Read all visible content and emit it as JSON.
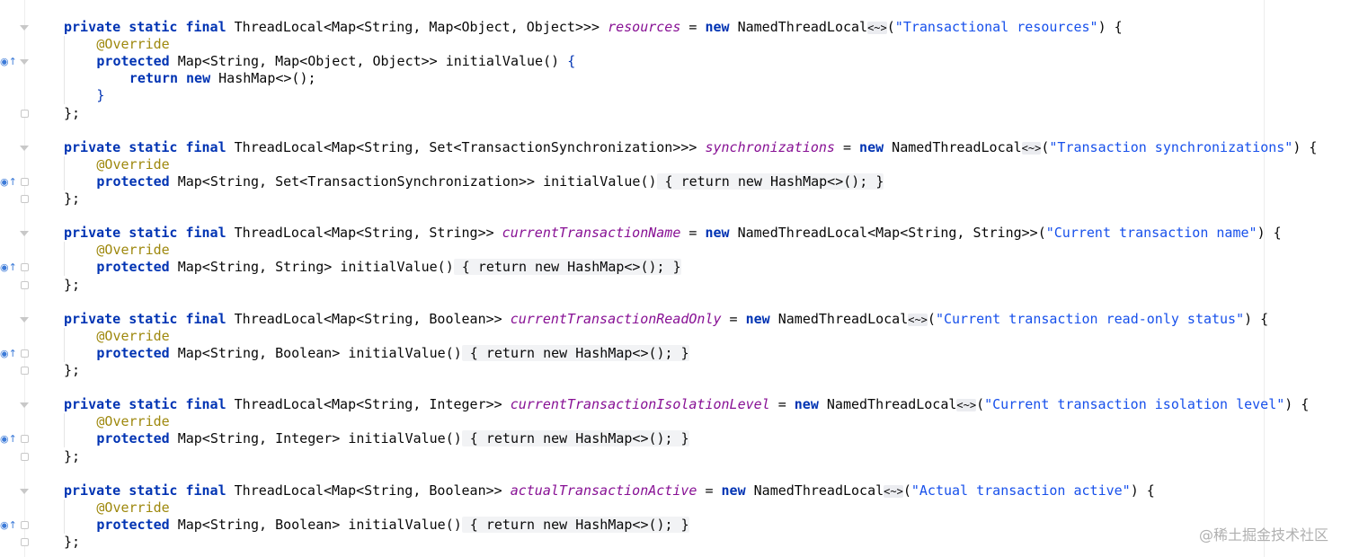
{
  "blocks": [
    {
      "declaration": {
        "prefix": "private static final ",
        "type": "ThreadLocal<Map<String, Map<Object, Object>>> ",
        "field": "resources",
        "mid": " = ",
        "new_kw": "new",
        "ctor": " NamedThreadLocal",
        "diamond": "<~>",
        "open": "(",
        "name": "\"Transactional resources\"",
        "close": ") {"
      },
      "annotation": "@Override",
      "method": {
        "kw": "protected",
        "sig": " Map<String, Map<Object, Object>> initialValue() ",
        "brace": "{"
      },
      "body": {
        "return_kw": "return",
        "new_kw": "new",
        "value": " HashMap<>();"
      },
      "close_brace": "}",
      "end": "};"
    },
    {
      "declaration": {
        "prefix": "private static final ",
        "type": "ThreadLocal<Map<String, Set<TransactionSynchronization>>> ",
        "field": "synchronizations",
        "mid": " = ",
        "new_kw": "new",
        "ctor": " NamedThreadLocal",
        "diamond": "<~>",
        "open": "(",
        "name": "\"Transaction synchronizations\"",
        "close": ") {"
      },
      "annotation": "@Override",
      "method": {
        "kw": "protected",
        "sig": " Map<String, Set<TransactionSynchronization>> initialValue()",
        "folded": " { return new HashMap<>(); }"
      },
      "end": "};"
    },
    {
      "declaration": {
        "prefix": "private static final ",
        "type": "ThreadLocal<Map<String, String>> ",
        "field": "currentTransactionName",
        "mid": " = ",
        "new_kw": "new",
        "ctor": " NamedThreadLocal<Map<String, String>>",
        "diamond": "",
        "open": "(",
        "name": "\"Current transaction name\"",
        "close": ") {"
      },
      "annotation": "@Override",
      "method": {
        "kw": "protected",
        "sig": " Map<String, String> initialValue()",
        "folded": " { return new HashMap<>(); }"
      },
      "end": "};"
    },
    {
      "declaration": {
        "prefix": "private static final ",
        "type": "ThreadLocal<Map<String, Boolean>> ",
        "field": "currentTransactionReadOnly",
        "mid": " = ",
        "new_kw": "new",
        "ctor": " NamedThreadLocal",
        "diamond": "<~>",
        "open": "(",
        "name": "\"Current transaction read-only status\"",
        "close": ") {"
      },
      "annotation": "@Override",
      "method": {
        "kw": "protected",
        "sig": " Map<String, Boolean> initialValue()",
        "folded": " { return new HashMap<>(); }"
      },
      "end": "};"
    },
    {
      "declaration": {
        "prefix": "private static final ",
        "type": "ThreadLocal<Map<String, Integer>> ",
        "field": "currentTransactionIsolationLevel",
        "mid": " = ",
        "new_kw": "new",
        "ctor": " NamedThreadLocal",
        "diamond": "<~>",
        "open": "(",
        "name": "\"Current transaction isolation level\"",
        "close": ") {"
      },
      "annotation": "@Override",
      "method": {
        "kw": "protected",
        "sig": " Map<String, Integer> initialValue()",
        "folded": " { return new HashMap<>(); }"
      },
      "end": "};"
    },
    {
      "declaration": {
        "prefix": "private static final ",
        "type": "ThreadLocal<Map<String, Boolean>> ",
        "field": "actualTransactionActive",
        "mid": " = ",
        "new_kw": "new",
        "ctor": " NamedThreadLocal",
        "diamond": "<~>",
        "open": "(",
        "name": "\"Actual transaction active\"",
        "close": ") {"
      },
      "annotation": "@Override",
      "method": {
        "kw": "protected",
        "sig": " Map<String, Boolean> initialValue()",
        "folded": " { return new HashMap<>(); }"
      },
      "end": "};"
    }
  ],
  "watermark": "@稀土掘金技术社区",
  "icons": {
    "gutter_override": "override-method-icon",
    "gutter_fold": "fold-marker-icon"
  },
  "colors": {
    "keyword": "#0033b3",
    "field": "#871094",
    "annotation": "#9e880d",
    "string": "#1750eb",
    "background": "#ffffff"
  }
}
